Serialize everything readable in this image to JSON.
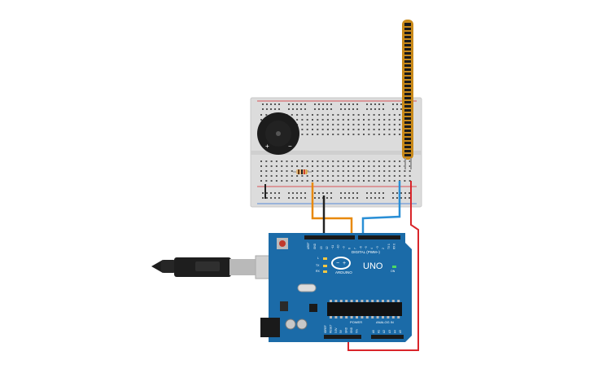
{
  "board": {
    "logo_text": "UNO",
    "brand_text": "ARDUINO",
    "digital_header": "DIGITAL (PWM~)",
    "power_header": "POWER",
    "analog_header": "ANALOG IN",
    "aref_label": "AREF",
    "gnd_label": "GND",
    "tx_label": "TX",
    "rx_label": "RX",
    "l_label": "L",
    "on_label": "ON",
    "digital_pins": [
      "13",
      "12",
      "~11",
      "~10",
      "~9",
      "8",
      "7",
      "~6",
      "~5",
      "4",
      "~3",
      "2",
      "TX 1",
      "RX 0"
    ],
    "power_pins": [
      "IOREF",
      "RESET",
      "3.3V",
      "5V",
      "GND",
      "GND",
      "Vin"
    ],
    "analog_pins": [
      "A0",
      "A1",
      "A2",
      "A3",
      "A4",
      "A5"
    ]
  },
  "buzzer": {
    "plus_label": "+",
    "minus_label": "−"
  },
  "colors": {
    "board": "#1b6ba8",
    "breadboard": "#dcdcdc",
    "wire_orange": "#e8890c",
    "wire_black": "#222222",
    "wire_blue": "#2a8fd6",
    "wire_red": "#d9252a",
    "flex_sensor": "#c8891a"
  }
}
